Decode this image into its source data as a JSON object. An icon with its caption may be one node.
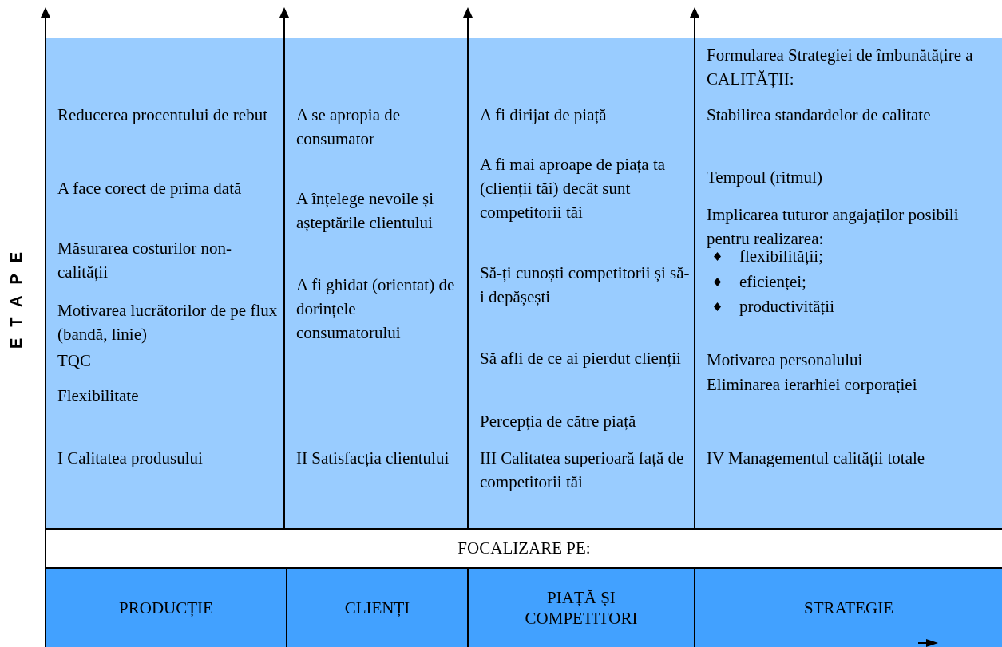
{
  "diagram": {
    "nodes": [
      {
        "text": [
          "Reducerea procentului de rebut",
          "A face corect de prima dată",
          "Măsurarea costurilor non-calității",
          "Motivarea lucrătorilor de pe flux (bandă, linie)",
          "TQC",
          "Flexibilitate",
          "I Calitatea produsului"
        ]
      },
      {
        "text": [
          "A se apropia de consumator",
          "A înțelege nevoile și așteptările clientului",
          "A fi ghidat (orientat) de dorințele consumatorului",
          "II Satisfacția clientului"
        ]
      },
      {
        "text": [
          "A fi dirijat de piață",
          "A fi mai aproape de piața ta (clienții tăi) decât sunt competitorii tăi",
          "Să-ți cunoști competitorii și să-i depășești",
          "Să afli de ce ai pierdut clienții",
          "Percepția de către piață",
          "III Calitatea superioară față de competitorii tăi"
        ]
      },
      {
        "text": [
          "Formularea Strategiei de îmbunătățire a CALITĂȚII:",
          "Stabilirea standardelor de calitate",
          "Tempoul (ritmul)",
          "Implicarea tuturor angajaților posibili pentru realizarea:",
          "flexibilității;",
          "eficienței;",
          "productivității",
          "Motivarea personalului",
          "Eliminarea ierarhiei corporației",
          "IV Managementul calității totale"
        ]
      },
      {
        "text": [
          "FOCALIZARE PE:"
        ]
      },
      {
        "text": [
          "PRODUCȚIE"
        ]
      },
      {
        "text": [
          "CLIENȚI"
        ]
      },
      {
        "text": [
          "PIAȚĂ ȘI COMPETITORI"
        ]
      },
      {
        "text": [
          "STRATEGIE"
        ]
      }
    ],
    "labels": [
      "ETAPE"
    ]
  }
}
